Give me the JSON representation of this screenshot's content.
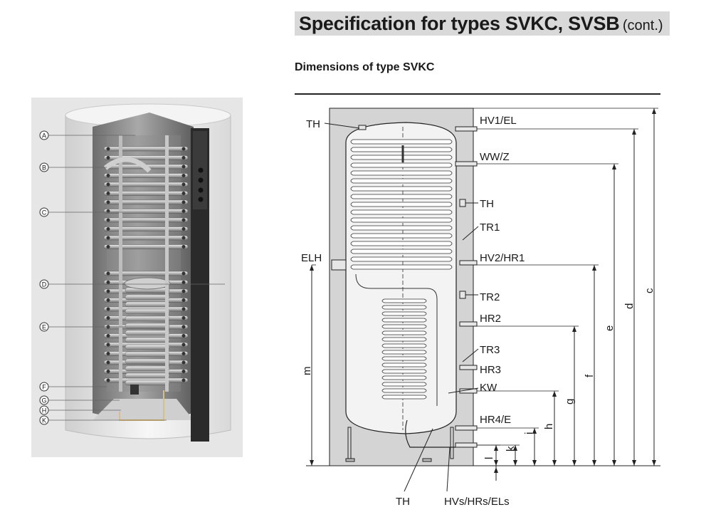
{
  "header": {
    "title": "Specification for types SVKC, SVSB",
    "title_cont": "(cont.)",
    "subtitle": "Dimensions of type SVKC"
  },
  "cutaway": {
    "callouts": [
      "A",
      "B",
      "C",
      "D",
      "E",
      "F",
      "G",
      "H",
      "K"
    ]
  },
  "diagram": {
    "connections": {
      "th_top": "TH",
      "hv1_el": "HV1/EL",
      "ww_z": "WW/Z",
      "th_mid": "TH",
      "tr1": "TR1",
      "elh": "ELH",
      "hv2_hr1": "HV2/HR1",
      "tr2": "TR2",
      "hr2": "HR2",
      "tr3": "TR3",
      "hr3": "HR3",
      "kw": "KW",
      "hr4_e": "HR4/E",
      "th_bottom": "TH",
      "hvs_hrs_els": "HVs/HRs/ELs"
    },
    "dimensions": {
      "c": "c",
      "d": "d",
      "e": "e",
      "f": "f",
      "g": "g",
      "h": "h",
      "i": "i",
      "k": "k",
      "l": "l",
      "m": "m"
    }
  },
  "colors": {
    "title_bar": "#d9d9d9",
    "panel": "#e6e6e6",
    "housing": "#d4d4d4",
    "tank": "#f0f0f0",
    "line": "#1a1a1a"
  }
}
